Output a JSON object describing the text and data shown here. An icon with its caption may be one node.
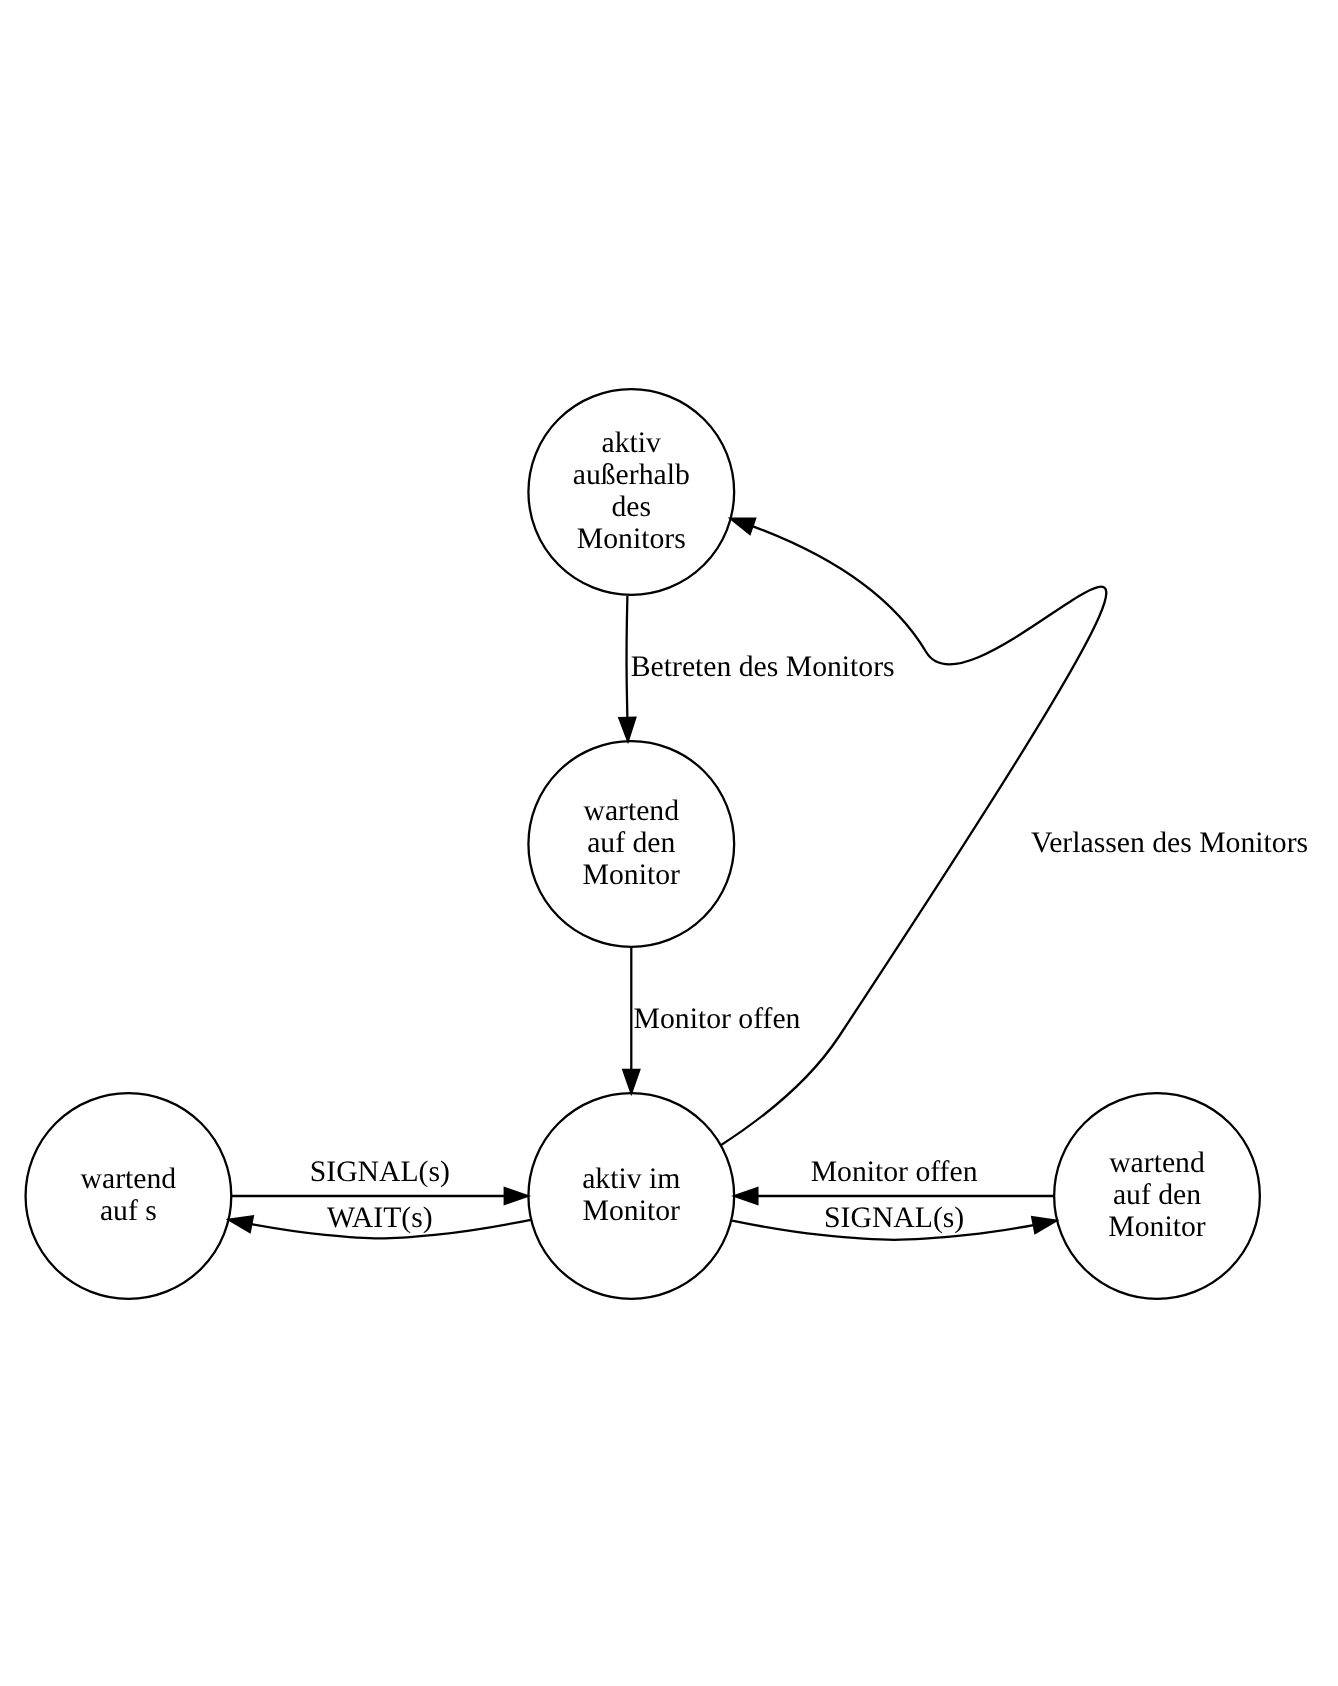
{
  "diagram": {
    "nodes": [
      {
        "text": [
          "aktiv außerhalb des Monitors"
        ]
      },
      {
        "text": [
          "wartend auf den Monitor"
        ]
      },
      {
        "text": [
          "wartend auf s"
        ]
      },
      {
        "text": [
          "aktiv im Monitor"
        ]
      },
      {
        "text": [
          "wartend auf den Monitor"
        ]
      }
    ],
    "edges": [
      {
        "from": 0,
        "to": 1,
        "arrow": "to",
        "label": "Betreten des Monitors"
      },
      {
        "from": 1,
        "to": 3,
        "arrow": "to",
        "label": "Monitor offen"
      },
      {
        "from": 3,
        "to": 2,
        "arrow": "to",
        "label": "WAIT(s)"
      },
      {
        "from": 3,
        "to": 4,
        "arrow": "to",
        "label": "SIGNAL(s)"
      },
      {
        "from": 2,
        "to": 3,
        "arrow": "to",
        "label": "SIGNAL(s)"
      },
      {
        "from": 4,
        "to": 3,
        "arrow": "to",
        "label": "Monitor offen"
      },
      {
        "from": 3,
        "to": 0,
        "arrow": "to",
        "label": "Verlassen des Monitors"
      }
    ]
  }
}
